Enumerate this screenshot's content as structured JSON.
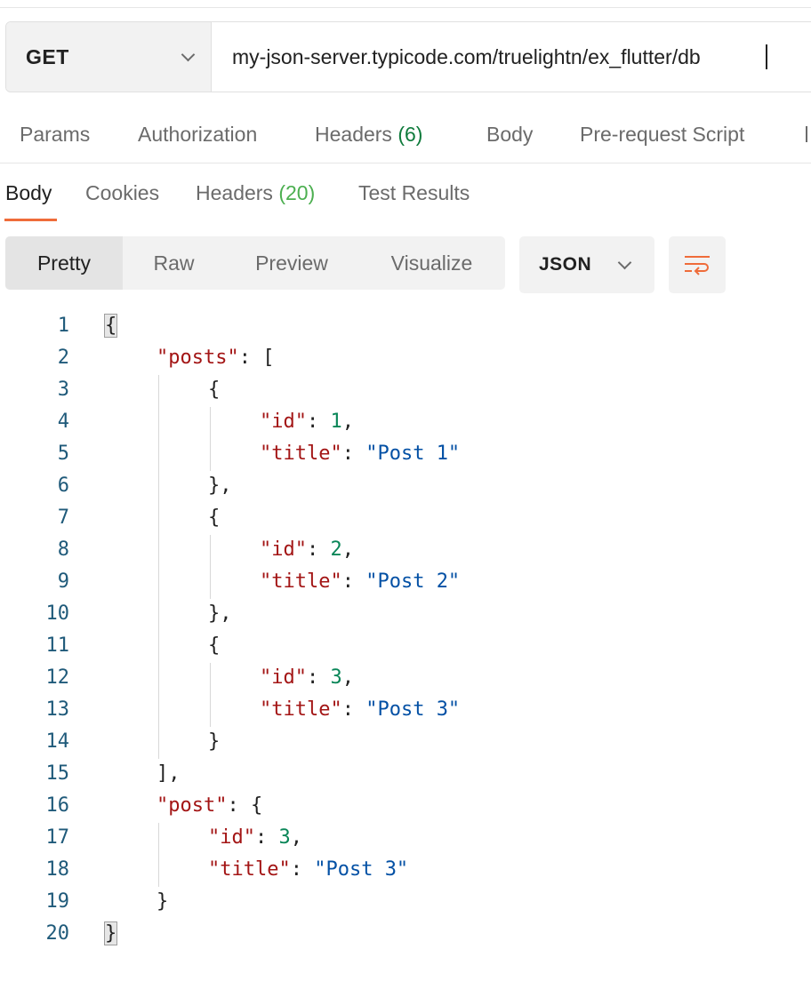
{
  "request": {
    "method": "GET",
    "url": "my-json-server.typicode.com/truelightn/ex_flutter/db"
  },
  "request_tabs": [
    {
      "label": "Params"
    },
    {
      "label": "Authorization"
    },
    {
      "label": "Headers",
      "count": "(6)"
    },
    {
      "label": "Body"
    },
    {
      "label": "Pre-request Script"
    }
  ],
  "response_tabs": [
    {
      "label": "Body"
    },
    {
      "label": "Cookies"
    },
    {
      "label": "Headers",
      "count": "(20)"
    },
    {
      "label": "Test Results"
    }
  ],
  "view_modes": [
    "Pretty",
    "Raw",
    "Preview",
    "Visualize"
  ],
  "active_view": "Pretty",
  "format": "JSON",
  "icons": {
    "method_dropdown": "chevron-down-icon",
    "format_dropdown": "chevron-down-icon",
    "wrap": "wrap-lines-icon"
  },
  "colors": {
    "accent": "#ef6c3a",
    "json_key": "#a31515",
    "json_number": "#098658",
    "json_string": "#0451a5",
    "line_number": "#1f5a7a",
    "count_green": "#0f7b3c"
  },
  "code_lines": [
    {
      "num": "1",
      "indent": 0,
      "tokens": [
        {
          "t": "p",
          "v": "{"
        }
      ]
    },
    {
      "num": "2",
      "indent": 1,
      "tokens": [
        {
          "t": "k",
          "v": "\"posts\""
        },
        {
          "t": "p",
          "v": ": ["
        }
      ]
    },
    {
      "num": "3",
      "indent": 2,
      "tokens": [
        {
          "t": "p",
          "v": "{"
        }
      ]
    },
    {
      "num": "4",
      "indent": 3,
      "tokens": [
        {
          "t": "k",
          "v": "\"id\""
        },
        {
          "t": "p",
          "v": ": "
        },
        {
          "t": "n",
          "v": "1"
        },
        {
          "t": "p",
          "v": ","
        }
      ]
    },
    {
      "num": "5",
      "indent": 3,
      "tokens": [
        {
          "t": "k",
          "v": "\"title\""
        },
        {
          "t": "p",
          "v": ": "
        },
        {
          "t": "s",
          "v": "\"Post 1\""
        }
      ]
    },
    {
      "num": "6",
      "indent": 2,
      "tokens": [
        {
          "t": "p",
          "v": "},"
        }
      ]
    },
    {
      "num": "7",
      "indent": 2,
      "tokens": [
        {
          "t": "p",
          "v": "{"
        }
      ]
    },
    {
      "num": "8",
      "indent": 3,
      "tokens": [
        {
          "t": "k",
          "v": "\"id\""
        },
        {
          "t": "p",
          "v": ": "
        },
        {
          "t": "n",
          "v": "2"
        },
        {
          "t": "p",
          "v": ","
        }
      ]
    },
    {
      "num": "9",
      "indent": 3,
      "tokens": [
        {
          "t": "k",
          "v": "\"title\""
        },
        {
          "t": "p",
          "v": ": "
        },
        {
          "t": "s",
          "v": "\"Post 2\""
        }
      ]
    },
    {
      "num": "10",
      "indent": 2,
      "tokens": [
        {
          "t": "p",
          "v": "},"
        }
      ]
    },
    {
      "num": "11",
      "indent": 2,
      "tokens": [
        {
          "t": "p",
          "v": "{"
        }
      ]
    },
    {
      "num": "12",
      "indent": 3,
      "tokens": [
        {
          "t": "k",
          "v": "\"id\""
        },
        {
          "t": "p",
          "v": ": "
        },
        {
          "t": "n",
          "v": "3"
        },
        {
          "t": "p",
          "v": ","
        }
      ]
    },
    {
      "num": "13",
      "indent": 3,
      "tokens": [
        {
          "t": "k",
          "v": "\"title\""
        },
        {
          "t": "p",
          "v": ": "
        },
        {
          "t": "s",
          "v": "\"Post 3\""
        }
      ]
    },
    {
      "num": "14",
      "indent": 2,
      "tokens": [
        {
          "t": "p",
          "v": "}"
        }
      ]
    },
    {
      "num": "15",
      "indent": 1,
      "tokens": [
        {
          "t": "p",
          "v": "],"
        }
      ]
    },
    {
      "num": "16",
      "indent": 1,
      "tokens": [
        {
          "t": "k",
          "v": "\"post\""
        },
        {
          "t": "p",
          "v": ": {"
        }
      ]
    },
    {
      "num": "17",
      "indent": 2,
      "tokens": [
        {
          "t": "k",
          "v": "\"id\""
        },
        {
          "t": "p",
          "v": ": "
        },
        {
          "t": "n",
          "v": "3"
        },
        {
          "t": "p",
          "v": ","
        }
      ]
    },
    {
      "num": "18",
      "indent": 2,
      "tokens": [
        {
          "t": "k",
          "v": "\"title\""
        },
        {
          "t": "p",
          "v": ": "
        },
        {
          "t": "s",
          "v": "\"Post 3\""
        }
      ]
    },
    {
      "num": "19",
      "indent": 1,
      "tokens": [
        {
          "t": "p",
          "v": "}"
        }
      ]
    },
    {
      "num": "20",
      "indent": 0,
      "tokens": [
        {
          "t": "p",
          "v": "}"
        }
      ]
    }
  ]
}
